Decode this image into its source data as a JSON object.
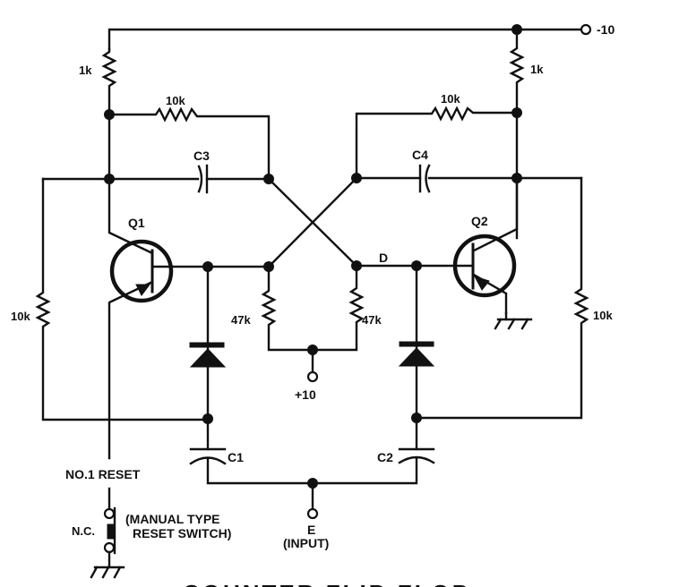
{
  "diagram": {
    "title": "COUNTER FLIP-FLOP",
    "terminals": {
      "supply_negative": "-10",
      "supply_positive": "+10",
      "input_letter": "E",
      "input_label": "(INPUT)"
    },
    "node_labels": {
      "d": "D"
    },
    "transistors": {
      "q1": "Q1",
      "q2": "Q2"
    },
    "resistors": {
      "r_collector_left": "1k",
      "r_collector_right": "1k",
      "r_feedback_left": "10k",
      "r_feedback_right": "10k",
      "r_bias_left": "47k",
      "r_bias_right": "47k",
      "r_side_left": "10k",
      "r_side_right": "10k"
    },
    "capacitors": {
      "c1": "C1",
      "c2": "C2",
      "c3": "C3",
      "c4": "C4"
    },
    "reset": {
      "label": "NO.1 RESET",
      "switch_state": "N.C.",
      "switch_note_line1": "(MANUAL TYPE",
      "switch_note_line2": "RESET SWITCH)"
    }
  }
}
